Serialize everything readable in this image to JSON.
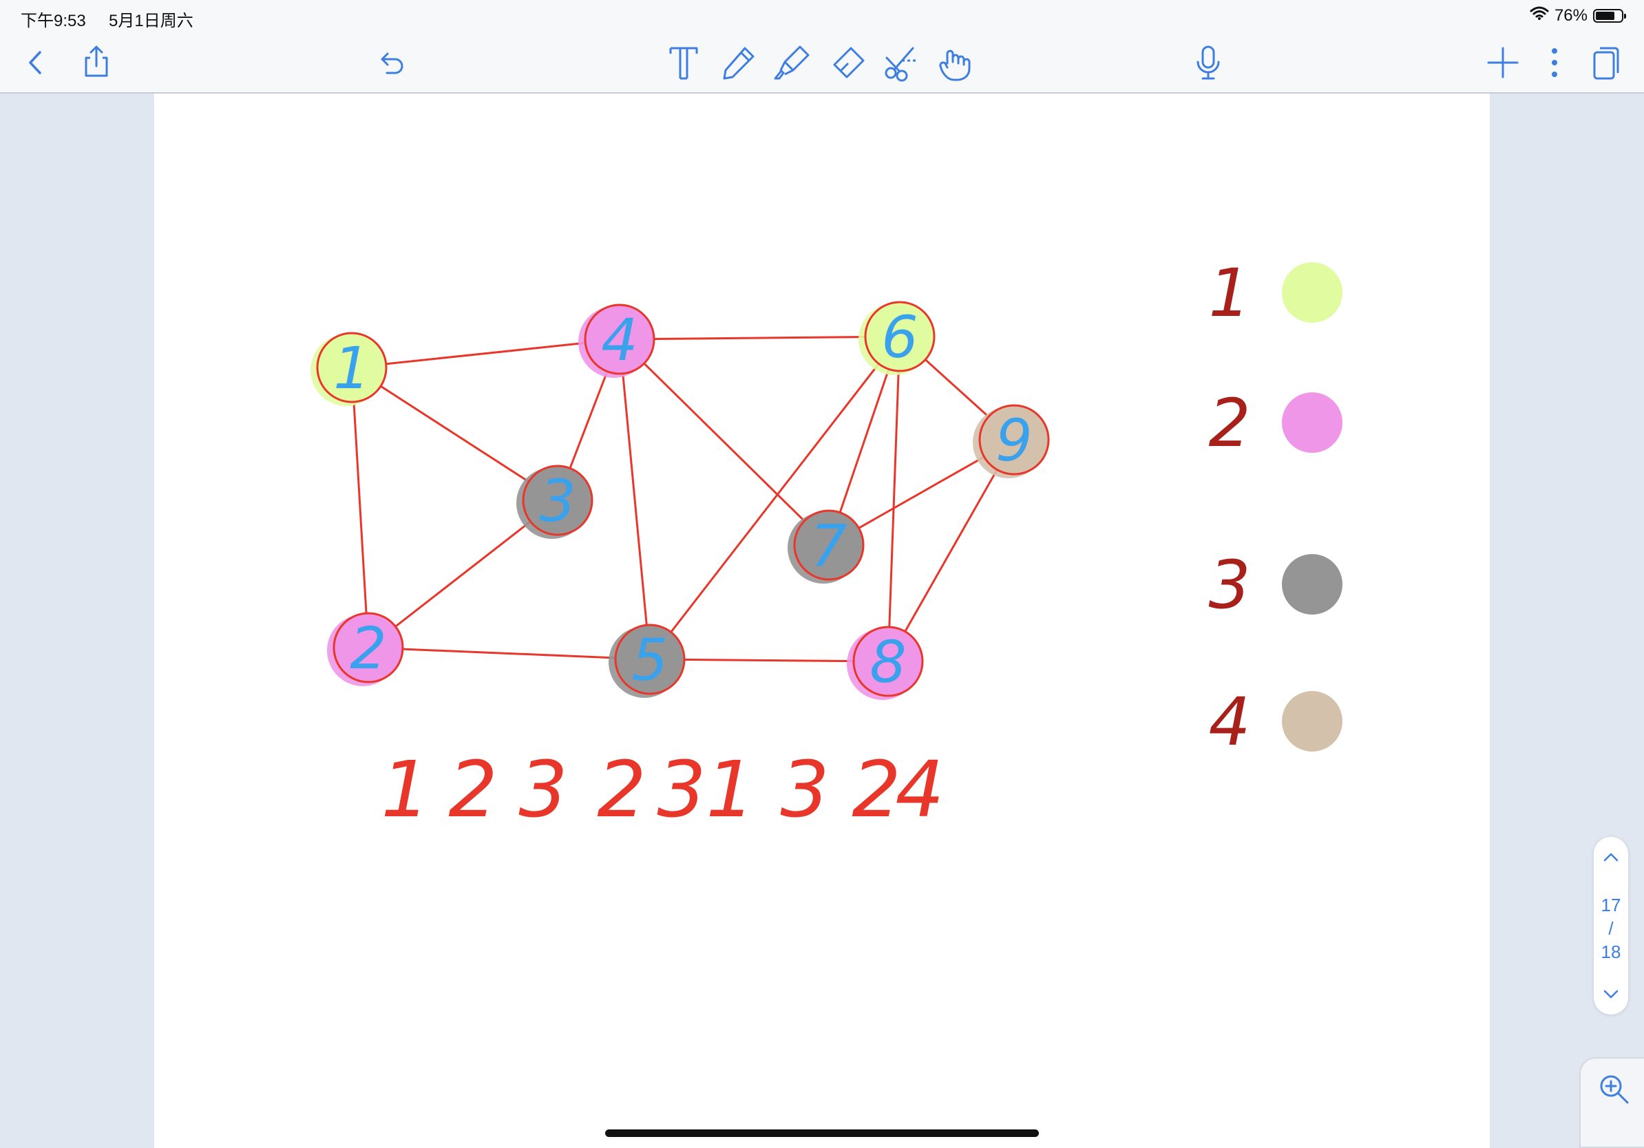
{
  "status_bar": {
    "time": "下午9:53",
    "date": "5月1日周六",
    "battery": "76%",
    "battery_level": 0.76
  },
  "toolbar": {
    "left": [
      {
        "name": "back-icon"
      },
      {
        "name": "share-icon"
      },
      {
        "name": "undo-icon"
      }
    ],
    "tools": [
      {
        "name": "text-tool-icon"
      },
      {
        "name": "pen-tool-icon"
      },
      {
        "name": "highlighter-tool-icon"
      },
      {
        "name": "eraser-tool-icon"
      },
      {
        "name": "lasso-scissors-icon"
      },
      {
        "name": "hand-pointer-icon"
      }
    ],
    "right": [
      {
        "name": "microphone-icon"
      },
      {
        "name": "add-icon"
      },
      {
        "name": "more-icon"
      },
      {
        "name": "pages-icon"
      }
    ],
    "icon_color": "#3d7ee0"
  },
  "note": {
    "graph": {
      "nodes": [
        {
          "label": "1",
          "color_group": 1
        },
        {
          "label": "4",
          "color_group": 2
        },
        {
          "label": "6",
          "color_group": 1
        },
        {
          "label": "9",
          "color_group": 4
        },
        {
          "label": "3",
          "color_group": 3
        },
        {
          "label": "7",
          "color_group": 3
        },
        {
          "label": "2",
          "color_group": 2
        },
        {
          "label": "5",
          "color_group": 3
        },
        {
          "label": "8",
          "color_group": 2
        }
      ],
      "edges": [
        [
          "1",
          "4"
        ],
        [
          "1",
          "3"
        ],
        [
          "1",
          "2"
        ],
        [
          "4",
          "3"
        ],
        [
          "4",
          "6"
        ],
        [
          "4",
          "5"
        ],
        [
          "4",
          "7"
        ],
        [
          "3",
          "2"
        ],
        [
          "2",
          "5"
        ],
        [
          "5",
          "8"
        ],
        [
          "5",
          "6"
        ],
        [
          "6",
          "7"
        ],
        [
          "6",
          "8"
        ],
        [
          "6",
          "9"
        ],
        [
          "7",
          "9"
        ],
        [
          "9",
          "8"
        ]
      ],
      "edge_color": "#e8372a",
      "label_color": "#3aa2ec"
    },
    "color_sequence": [
      "1",
      "2",
      "3",
      "2",
      "3",
      "1",
      "3",
      "2",
      "4"
    ],
    "legend": [
      {
        "label": "1",
        "color": "#e1fba0"
      },
      {
        "label": "2",
        "color": "#ef96e8"
      },
      {
        "label": "3",
        "color": "#959595"
      },
      {
        "label": "4",
        "color": "#d4c1ac"
      }
    ],
    "legend_label_color": "#a8201a"
  },
  "pager": {
    "current": "17",
    "separator": "/",
    "total": "18"
  },
  "colors": {
    "background": "#e1e7f1",
    "page": "#ffffff",
    "toolbar": "#f7f8fa"
  }
}
